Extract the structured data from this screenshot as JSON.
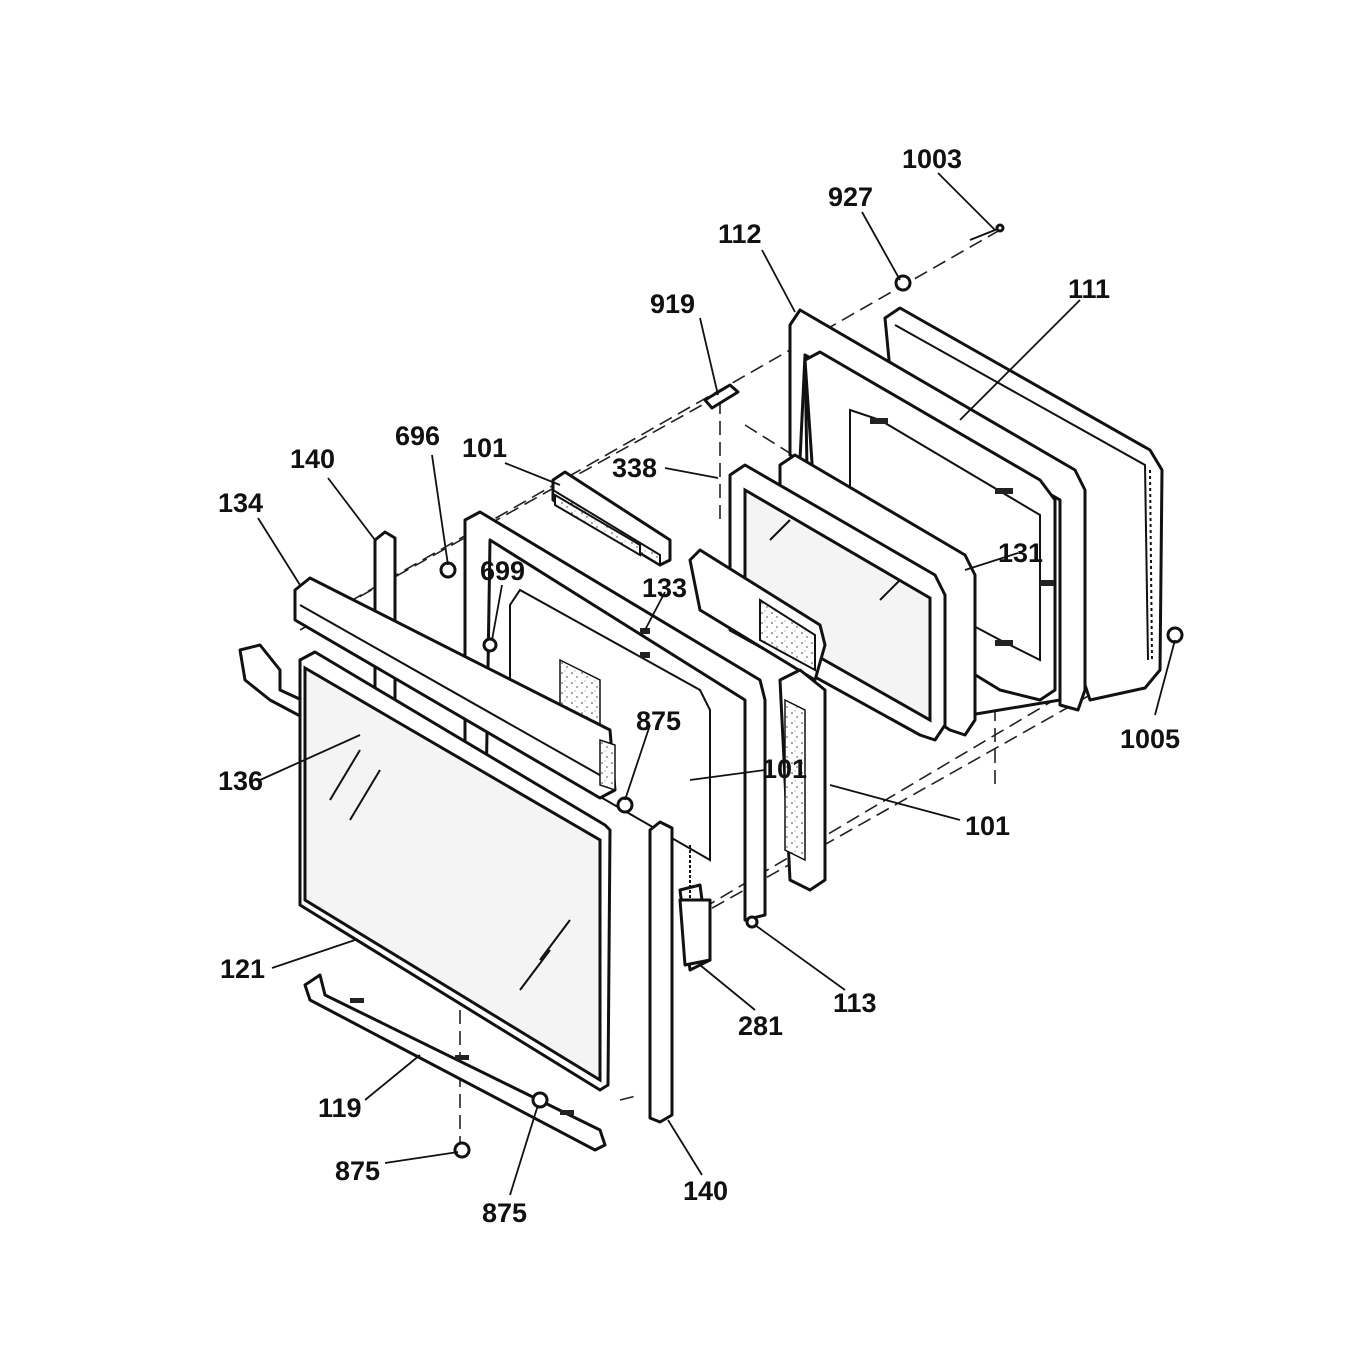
{
  "diagram": {
    "callouts": [
      {
        "id": "c1003",
        "text": "1003"
      },
      {
        "id": "c927",
        "text": "927"
      },
      {
        "id": "c112",
        "text": "112"
      },
      {
        "id": "c111",
        "text": "111"
      },
      {
        "id": "c919",
        "text": "919"
      },
      {
        "id": "c696",
        "text": "696"
      },
      {
        "id": "c101a",
        "text": "101"
      },
      {
        "id": "c140a",
        "text": "140"
      },
      {
        "id": "c338",
        "text": "338"
      },
      {
        "id": "c134",
        "text": "134"
      },
      {
        "id": "c699",
        "text": "699"
      },
      {
        "id": "c133",
        "text": "133"
      },
      {
        "id": "c131",
        "text": "131"
      },
      {
        "id": "c1005",
        "text": "1005"
      },
      {
        "id": "c875a",
        "text": "875"
      },
      {
        "id": "c101b",
        "text": "101"
      },
      {
        "id": "c136",
        "text": "136"
      },
      {
        "id": "c101c",
        "text": "101"
      },
      {
        "id": "c121",
        "text": "121"
      },
      {
        "id": "c113",
        "text": "113"
      },
      {
        "id": "c281",
        "text": "281"
      },
      {
        "id": "c119",
        "text": "119"
      },
      {
        "id": "c875b",
        "text": "875"
      },
      {
        "id": "c875c",
        "text": "875"
      },
      {
        "id": "c140b",
        "text": "140"
      }
    ]
  }
}
